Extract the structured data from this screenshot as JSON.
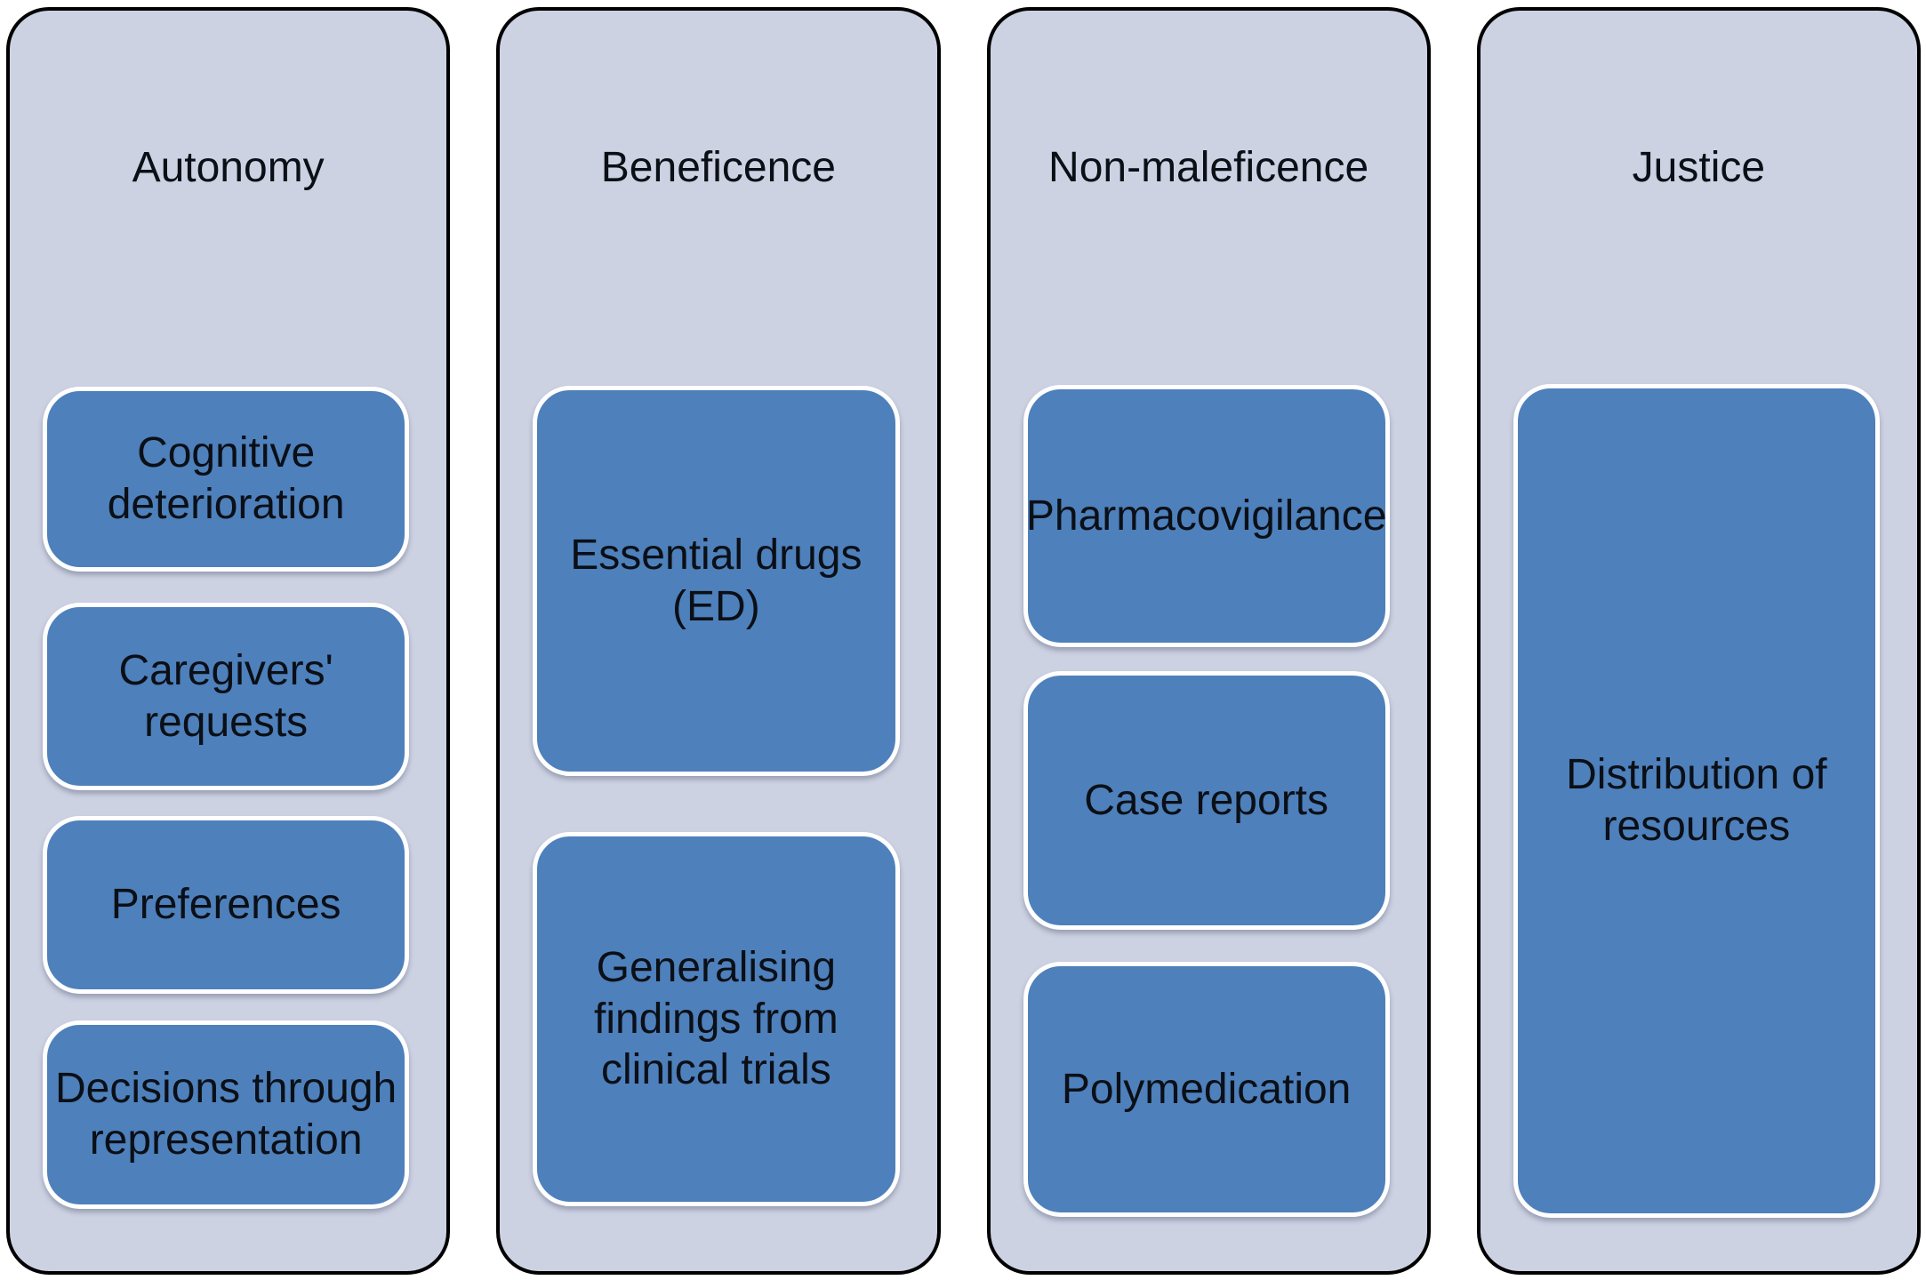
{
  "diagram": {
    "description": "Four-pillar ethics principles diagram",
    "colors": {
      "pillar_background": "#cdd2e3",
      "pillar_border": "#000000",
      "item_background": "#4e80bb",
      "item_border": "#ffffff",
      "text": "#0b0f16",
      "page_background": "#ffffff"
    },
    "columns": [
      {
        "title": "Autonomy",
        "items": [
          "Cognitive\ndeterioration",
          "Caregivers'\nrequests",
          "Preferences",
          "Decisions through\nrepresentation"
        ]
      },
      {
        "title": "Beneficence",
        "items": [
          "Essential drugs\n(ED)",
          "Generalising\nfindings from\nclinical trials"
        ]
      },
      {
        "title": "Non-maleficence",
        "items": [
          "Pharmacovigilance",
          "Case reports",
          "Polymedication"
        ]
      },
      {
        "title": "Justice",
        "items": [
          "Distribution of\nresources"
        ]
      }
    ]
  }
}
